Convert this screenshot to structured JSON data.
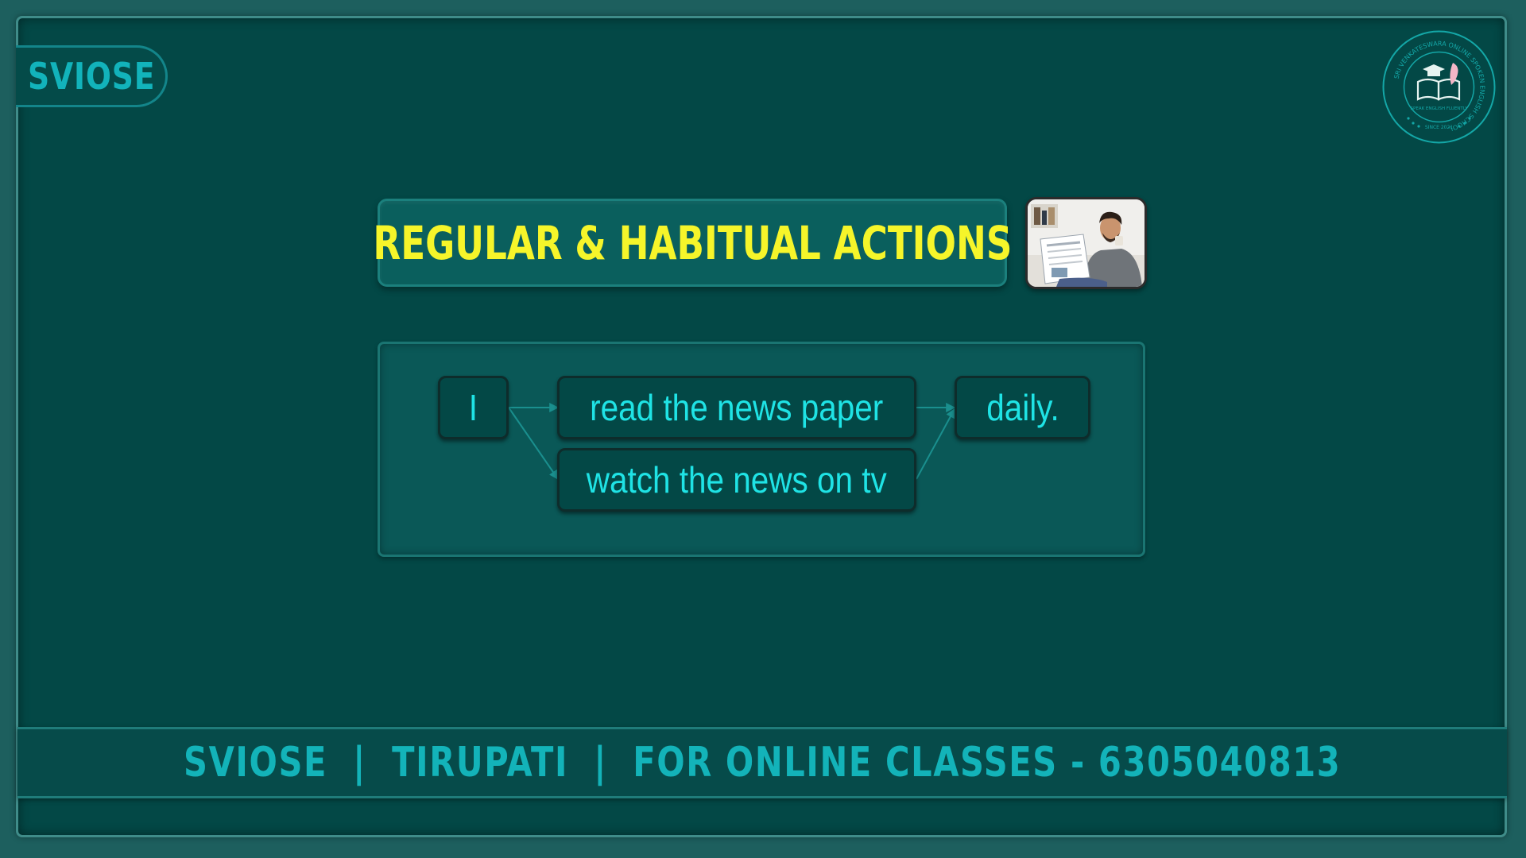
{
  "brand": {
    "label": "SVIOSE"
  },
  "seal": {
    "ring_text": "SRI VENKATESWARA ONLINE SPOKEN ENGLISH SCHOOL",
    "tagline": "SPEAK ENGLISH FLUENTLY",
    "since": "SINCE 2021",
    "icon": "book-graduation-cap-feather-icon"
  },
  "title": {
    "text": "REGULAR & HABITUAL ACTIONS"
  },
  "photo": {
    "icon": "man-reading-newspaper-photo"
  },
  "sentence": {
    "subject": "I",
    "verb_phrases": [
      "read the news paper",
      "watch the news on tv"
    ],
    "adverb": "daily."
  },
  "footer": {
    "text": "SVIOSE  |  TIRUPATI  |  FOR ONLINE CLASSES - 6305040813"
  },
  "colors": {
    "background": "#034846",
    "title_text": "#f6f52a",
    "word_text": "#1fe3e5",
    "brand_text": "#12b3bb"
  }
}
